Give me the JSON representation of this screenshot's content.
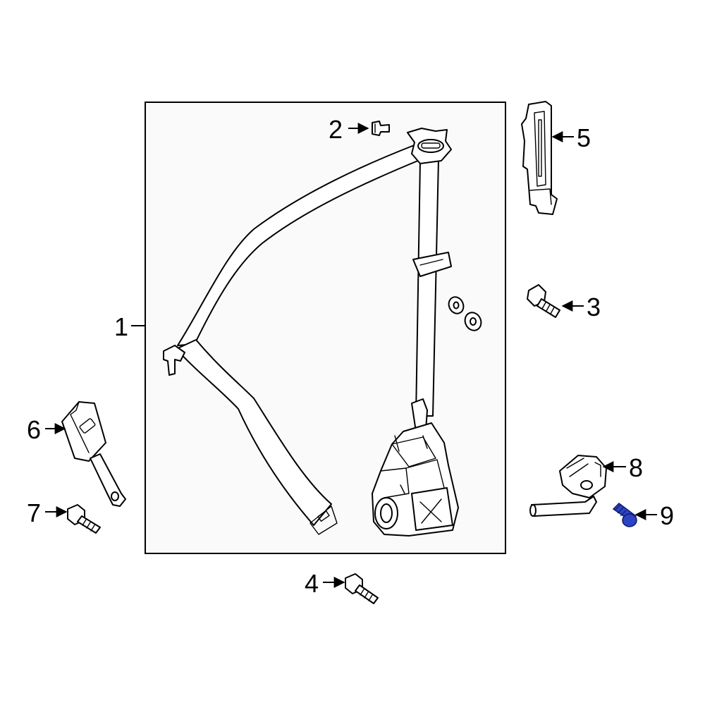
{
  "callouts": [
    {
      "id": "1",
      "label": "1"
    },
    {
      "id": "2",
      "label": "2"
    },
    {
      "id": "3",
      "label": "3"
    },
    {
      "id": "4",
      "label": "4"
    },
    {
      "id": "5",
      "label": "5"
    },
    {
      "id": "6",
      "label": "6"
    },
    {
      "id": "7",
      "label": "7"
    },
    {
      "id": "8",
      "label": "8"
    },
    {
      "id": "9",
      "label": "9"
    }
  ],
  "colors": {
    "line": "#000000",
    "background": "#ffffff",
    "panel": "#fafafa",
    "highlight": "#2b44c4"
  },
  "highlighted_part": "9"
}
